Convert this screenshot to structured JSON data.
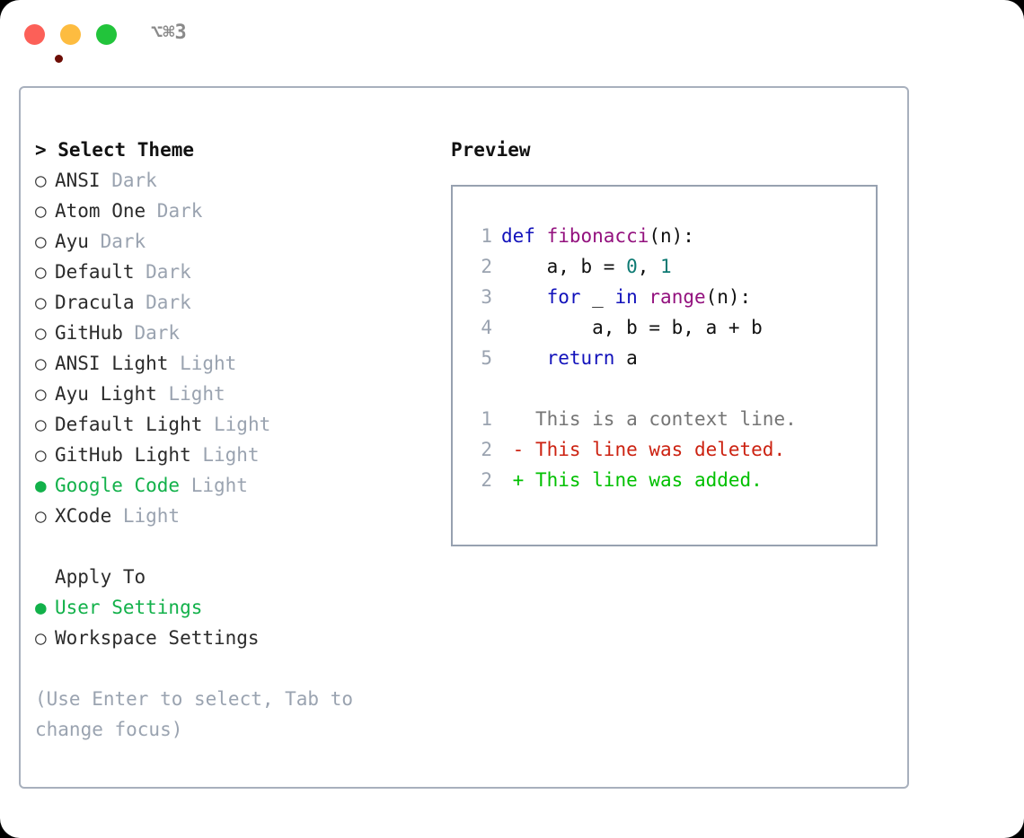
{
  "window": {
    "shortcut_label": "⌥⌘3",
    "traffic_lights": [
      "close-button",
      "minimize-button",
      "zoom-button"
    ]
  },
  "theme_picker": {
    "header": "> Select Theme",
    "selected_marker": "●",
    "unselected_marker": "○",
    "items": [
      {
        "name": "ANSI",
        "variant": "Dark",
        "selected": false
      },
      {
        "name": "Atom One",
        "variant": "Dark",
        "selected": false
      },
      {
        "name": "Ayu",
        "variant": "Dark",
        "selected": false
      },
      {
        "name": "Default",
        "variant": "Dark",
        "selected": false
      },
      {
        "name": "Dracula",
        "variant": "Dark",
        "selected": false
      },
      {
        "name": "GitHub",
        "variant": "Dark",
        "selected": false
      },
      {
        "name": "ANSI Light",
        "variant": "Light",
        "selected": false
      },
      {
        "name": "Ayu Light",
        "variant": "Light",
        "selected": false
      },
      {
        "name": "Default Light",
        "variant": "Light",
        "selected": false
      },
      {
        "name": "GitHub Light",
        "variant": "Light",
        "selected": false
      },
      {
        "name": "Google Code",
        "variant": "Light",
        "selected": true
      },
      {
        "name": "XCode",
        "variant": "Light",
        "selected": false
      }
    ]
  },
  "apply_to": {
    "title": "Apply To",
    "items": [
      {
        "name": "User Settings",
        "selected": true
      },
      {
        "name": "Workspace Settings",
        "selected": false
      }
    ]
  },
  "hint": "(Use Enter to select, Tab to change focus)",
  "preview": {
    "title": "Preview",
    "code": [
      {
        "ln": "1",
        "tokens": [
          {
            "t": "def ",
            "c": "kw"
          },
          {
            "t": "fibonacci",
            "c": "fn"
          },
          {
            "t": "(n):",
            "c": "plain"
          }
        ]
      },
      {
        "ln": "2",
        "tokens": [
          {
            "t": "    a, b = ",
            "c": "plain"
          },
          {
            "t": "0",
            "c": "num"
          },
          {
            "t": ", ",
            "c": "plain"
          },
          {
            "t": "1",
            "c": "num"
          }
        ]
      },
      {
        "ln": "3",
        "tokens": [
          {
            "t": "    ",
            "c": "plain"
          },
          {
            "t": "for",
            "c": "kw"
          },
          {
            "t": " _ ",
            "c": "plain"
          },
          {
            "t": "in",
            "c": "kw"
          },
          {
            "t": " ",
            "c": "plain"
          },
          {
            "t": "range",
            "c": "fn"
          },
          {
            "t": "(n):",
            "c": "plain"
          }
        ]
      },
      {
        "ln": "4",
        "tokens": [
          {
            "t": "        a, b = b, a + b",
            "c": "plain"
          }
        ]
      },
      {
        "ln": "5",
        "tokens": [
          {
            "t": "    ",
            "c": "plain"
          },
          {
            "t": "return",
            "c": "kw"
          },
          {
            "t": " a",
            "c": "plain"
          }
        ]
      }
    ],
    "diff": [
      {
        "ln": "1",
        "sign": " ",
        "text": " This is a context line.",
        "kind": "diff-ctx"
      },
      {
        "ln": "2",
        "sign": "-",
        "text": " This line was deleted.",
        "kind": "diff-del"
      },
      {
        "ln": "2",
        "sign": "+",
        "text": " This line was added.",
        "kind": "diff-add"
      }
    ]
  },
  "colors": {
    "accent_green": "#12b14a",
    "diff_add": "#00c000",
    "diff_del": "#cc2211",
    "keyword": "#1212bb",
    "function": "#93117e",
    "number": "#0d7a73",
    "muted": "#9aa3b0",
    "border": "#a8b0bd"
  }
}
